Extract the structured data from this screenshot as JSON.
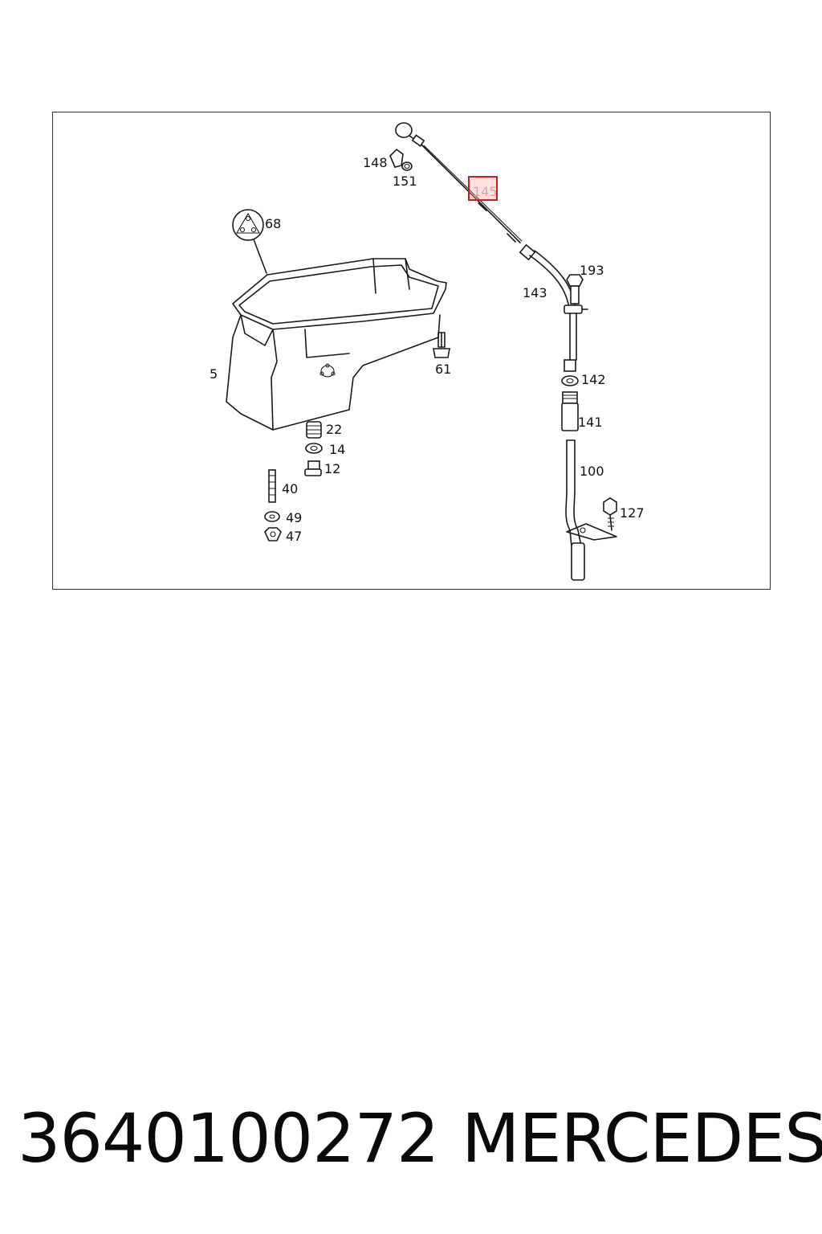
{
  "diagram": {
    "callouts": {
      "c148": "148",
      "c151": "151",
      "c145": "145",
      "c68": "68",
      "c193": "193",
      "c143": "143",
      "c5": "5",
      "c61": "61",
      "c142": "142",
      "c141": "141",
      "c22": "22",
      "c14": "14",
      "c12": "12",
      "c100": "100",
      "c40": "40",
      "c127": "127",
      "c49": "49",
      "c47": "47"
    },
    "highlighted_callout": "145",
    "highlight_color": "#d11a1a"
  },
  "footer": {
    "part_number": "3640100272",
    "brand": "MERCEDES"
  }
}
